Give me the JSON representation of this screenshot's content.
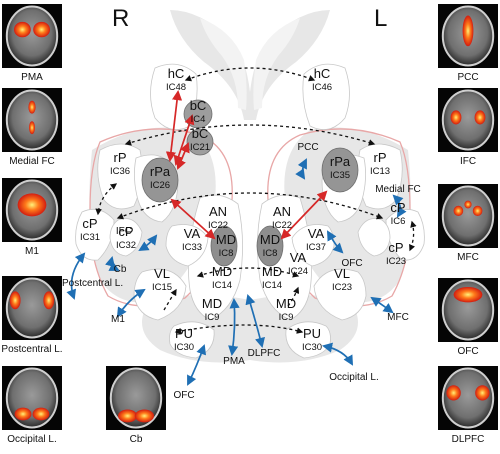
{
  "hemispheres": {
    "right": "R",
    "left": "L"
  },
  "nodes": [
    {
      "id": "hC_R",
      "name": "hC",
      "ic": "IC48"
    },
    {
      "id": "hC_L",
      "name": "hC",
      "ic": "IC46"
    },
    {
      "id": "bC_1",
      "name": "bC",
      "ic": "IC4"
    },
    {
      "id": "bC_2",
      "name": "bC",
      "ic": "IC21"
    },
    {
      "id": "rP_R",
      "name": "rP",
      "ic": "IC36"
    },
    {
      "id": "rPa_R",
      "name": "rPa",
      "ic": "IC26"
    },
    {
      "id": "rPa_L",
      "name": "rPa",
      "ic": "IC35"
    },
    {
      "id": "rP_L",
      "name": "rP",
      "ic": "IC13"
    },
    {
      "id": "AN_R",
      "name": "AN",
      "ic": "IC22"
    },
    {
      "id": "AN_L",
      "name": "AN",
      "ic": "IC22"
    },
    {
      "id": "cP_R1",
      "name": "cP",
      "ic": "IC31"
    },
    {
      "id": "cP_R2",
      "name": "cP",
      "ic": "IC32"
    },
    {
      "id": "VA_R",
      "name": "VA",
      "ic": "IC33"
    },
    {
      "id": "MD_R1",
      "name": "MD",
      "ic": "IC8"
    },
    {
      "id": "MD_L1",
      "name": "MD",
      "ic": "IC8"
    },
    {
      "id": "VA_L1",
      "name": "VA",
      "ic": "IC37"
    },
    {
      "id": "cP_L1",
      "name": "cP",
      "ic": "IC6"
    },
    {
      "id": "cP_L2",
      "name": "cP",
      "ic": "IC23"
    },
    {
      "id": "MD_R2",
      "name": "MD",
      "ic": "IC14"
    },
    {
      "id": "MD_L2",
      "name": "MD",
      "ic": "IC14"
    },
    {
      "id": "VA_L2",
      "name": "VA",
      "ic": "IC24"
    },
    {
      "id": "VL_R",
      "name": "VL",
      "ic": "IC15"
    },
    {
      "id": "MD_R3",
      "name": "MD",
      "ic": "IC9"
    },
    {
      "id": "MD_L3",
      "name": "MD",
      "ic": "IC9"
    },
    {
      "id": "VL_L",
      "name": "VL",
      "ic": "IC23"
    },
    {
      "id": "PU_R",
      "name": "PU",
      "ic": "IC30"
    },
    {
      "id": "PU_L",
      "name": "PU",
      "ic": "IC30"
    }
  ],
  "targets": [
    {
      "id": "t_pcc",
      "text": "PCC"
    },
    {
      "id": "t_medfc",
      "text": "Medial FC"
    },
    {
      "id": "t_ifc_r",
      "text": "IFC"
    },
    {
      "id": "t_ofc_l",
      "text": "OFC"
    },
    {
      "id": "t_cb",
      "text": "Cb"
    },
    {
      "id": "t_postc",
      "text": "Postcentral L."
    },
    {
      "id": "t_m1",
      "text": "M1"
    },
    {
      "id": "t_mfc",
      "text": "MFC"
    },
    {
      "id": "t_dlpfc",
      "text": "DLPFC"
    },
    {
      "id": "t_pma",
      "text": "PMA"
    },
    {
      "id": "t_ofc_b",
      "text": "OFC"
    },
    {
      "id": "t_occ",
      "text": "Occipital L."
    }
  ],
  "left_panels": [
    "PMA",
    "Medial FC",
    "M1",
    "Postcentral L.",
    "Occipital L."
  ],
  "right_panels": [
    "PCC",
    "IFC",
    "MFC",
    "OFC",
    "DLPFC"
  ],
  "cb_panel": "Cb",
  "colors": {
    "red_arrow": "#d62828",
    "blue_arrow": "#1f6fb4",
    "dark_nucleus": "#8e8e8e",
    "mid_nucleus": "#bdbdbd",
    "white_region": "#ffffff",
    "outline_red": "#e8a7a7",
    "gray_bg": "#e6e6e6"
  }
}
